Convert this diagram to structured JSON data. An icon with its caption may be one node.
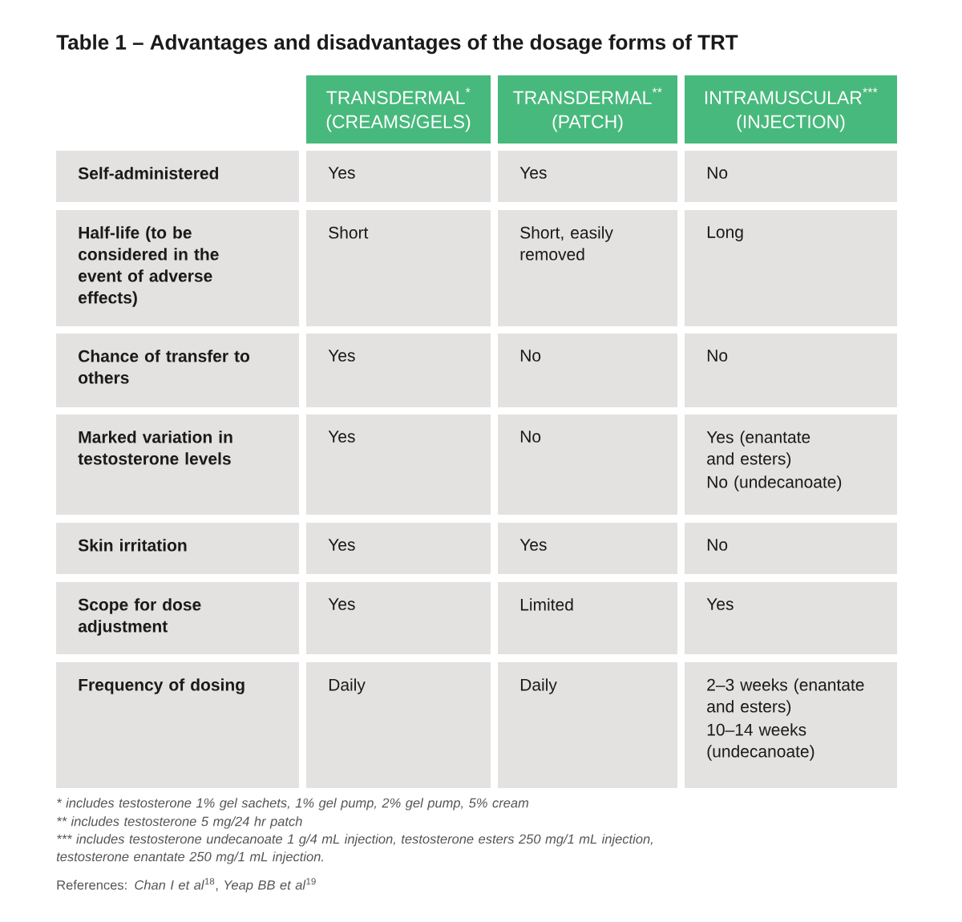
{
  "diagram": {
    "title": "Table 1 – Advantages and disadvantages of the dosage forms of TRT",
    "labels": [
      "TRANSDERMAL$^{*}$ (CREAMS/GELS)",
      "TRANSDERMAL$^{**}$ (PATCH)",
      "INTRAMUSCULAR$^{***}$ (INJECTION)",
      "Self-administered",
      "Yes",
      "Yes",
      "No",
      "Half-life (to be considered in the event of adverse effects)",
      "Short",
      "Short, easily removed",
      "Long",
      "Chance of transfer to others",
      "Yes",
      "No",
      "No",
      "Marked variation in testosterone levels",
      "Yes",
      "No",
      "Yes (enantate and esters)",
      "No (undecanoate)",
      "Skin irritation",
      "Yes",
      "Yes",
      "No",
      "Scope for dose adjustment",
      "Yes",
      "Limited",
      "Yes",
      "Frequency of dosing",
      "Daily",
      "Daily",
      "2–3 weeks (enantate and esters)",
      "10–14 weeks (undecanoate)",
      "* includes testosterone 1% gel sachets, 1% gel pump, 2% gel pump, 5% cream",
      "** includes testosterone 5 mg/24 hr patch",
      "*** includes testosterone undecanoate 1 g/4 mL injection, testosterone esters 250 mg/1 mL injection, testosterone enantate 250 mg/1 mL injection.",
      "References: *Chan I et al*$^{18}$, *Yeap BB et al*$^{19}$"
    ]
  }
}
